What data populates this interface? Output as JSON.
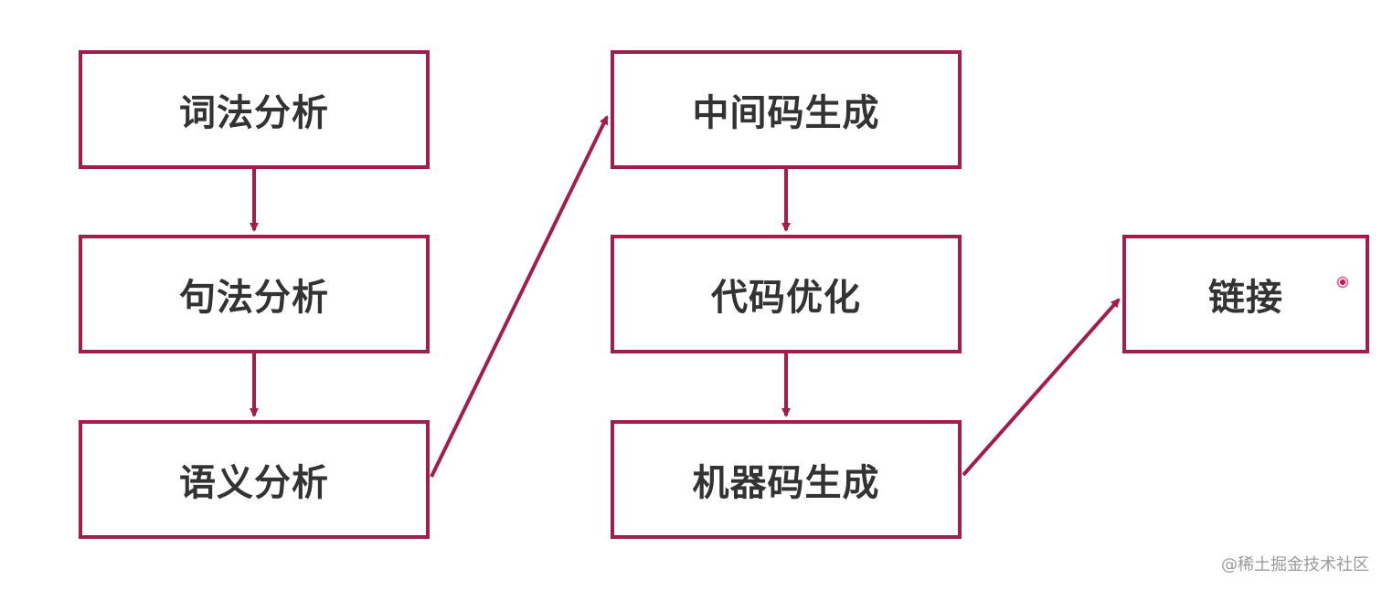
{
  "diagram": {
    "colors": {
      "accent": "#a31d4a",
      "text": "#333333",
      "background": "#ffffff"
    },
    "steps": {
      "lexical": "词法分析",
      "syntax": "句法分析",
      "semantic": "语义分析",
      "intermediate": "中间码生成",
      "optimize": "代码优化",
      "machine": "机器码生成",
      "link": "链接"
    },
    "flow": [
      [
        "lexical",
        "syntax"
      ],
      [
        "syntax",
        "semantic"
      ],
      [
        "semantic",
        "intermediate"
      ],
      [
        "intermediate",
        "optimize"
      ],
      [
        "optimize",
        "machine"
      ],
      [
        "machine",
        "link"
      ]
    ]
  },
  "watermark": "@稀土掘金技术社区"
}
